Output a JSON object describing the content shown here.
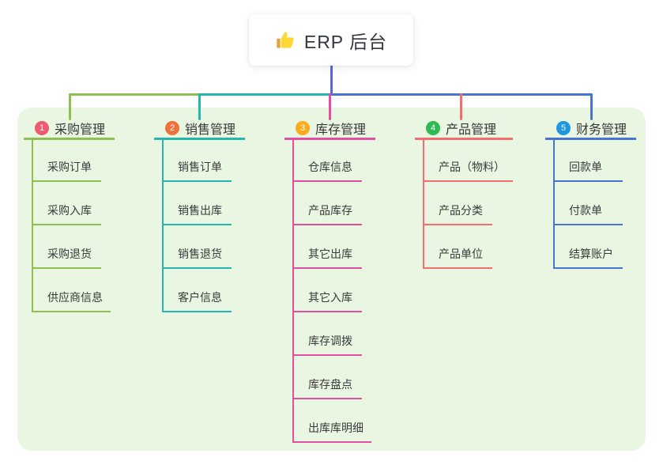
{
  "root": {
    "title": "ERP 后台",
    "icon": "thumbs-up"
  },
  "panel": {
    "background": "#e8f6e2"
  },
  "connector": {
    "root_line_color": "#5868d6"
  },
  "branches": [
    {
      "num": "1",
      "title": "采购管理",
      "badge_color": "#ec5b70",
      "line_color": "#8cc152",
      "children": [
        "采购订单",
        "采购入库",
        "采购退货",
        "供应商信息"
      ]
    },
    {
      "num": "2",
      "title": "销售管理",
      "badge_color": "#f2703a",
      "line_color": "#27b5ae",
      "children": [
        "销售订单",
        "销售出库",
        "销售退货",
        "客户信息"
      ]
    },
    {
      "num": "3",
      "title": "库存管理",
      "badge_color": "#fbab1c",
      "line_color": "#e14fa0",
      "children": [
        "仓库信息",
        "产品库存",
        "其它出库",
        "其它入库",
        "库存调拨",
        "库存盘点",
        "出库库明细"
      ]
    },
    {
      "num": "4",
      "title": "产品管理",
      "badge_color": "#30b955",
      "line_color": "#f56c6c",
      "children": [
        "产品（物料）",
        "产品分类",
        "产品单位"
      ]
    },
    {
      "num": "5",
      "title": "财务管理",
      "badge_color": "#1d97e0",
      "line_color": "#4b74d2",
      "children": [
        "回款单",
        "付款单",
        "结算账户"
      ]
    }
  ]
}
